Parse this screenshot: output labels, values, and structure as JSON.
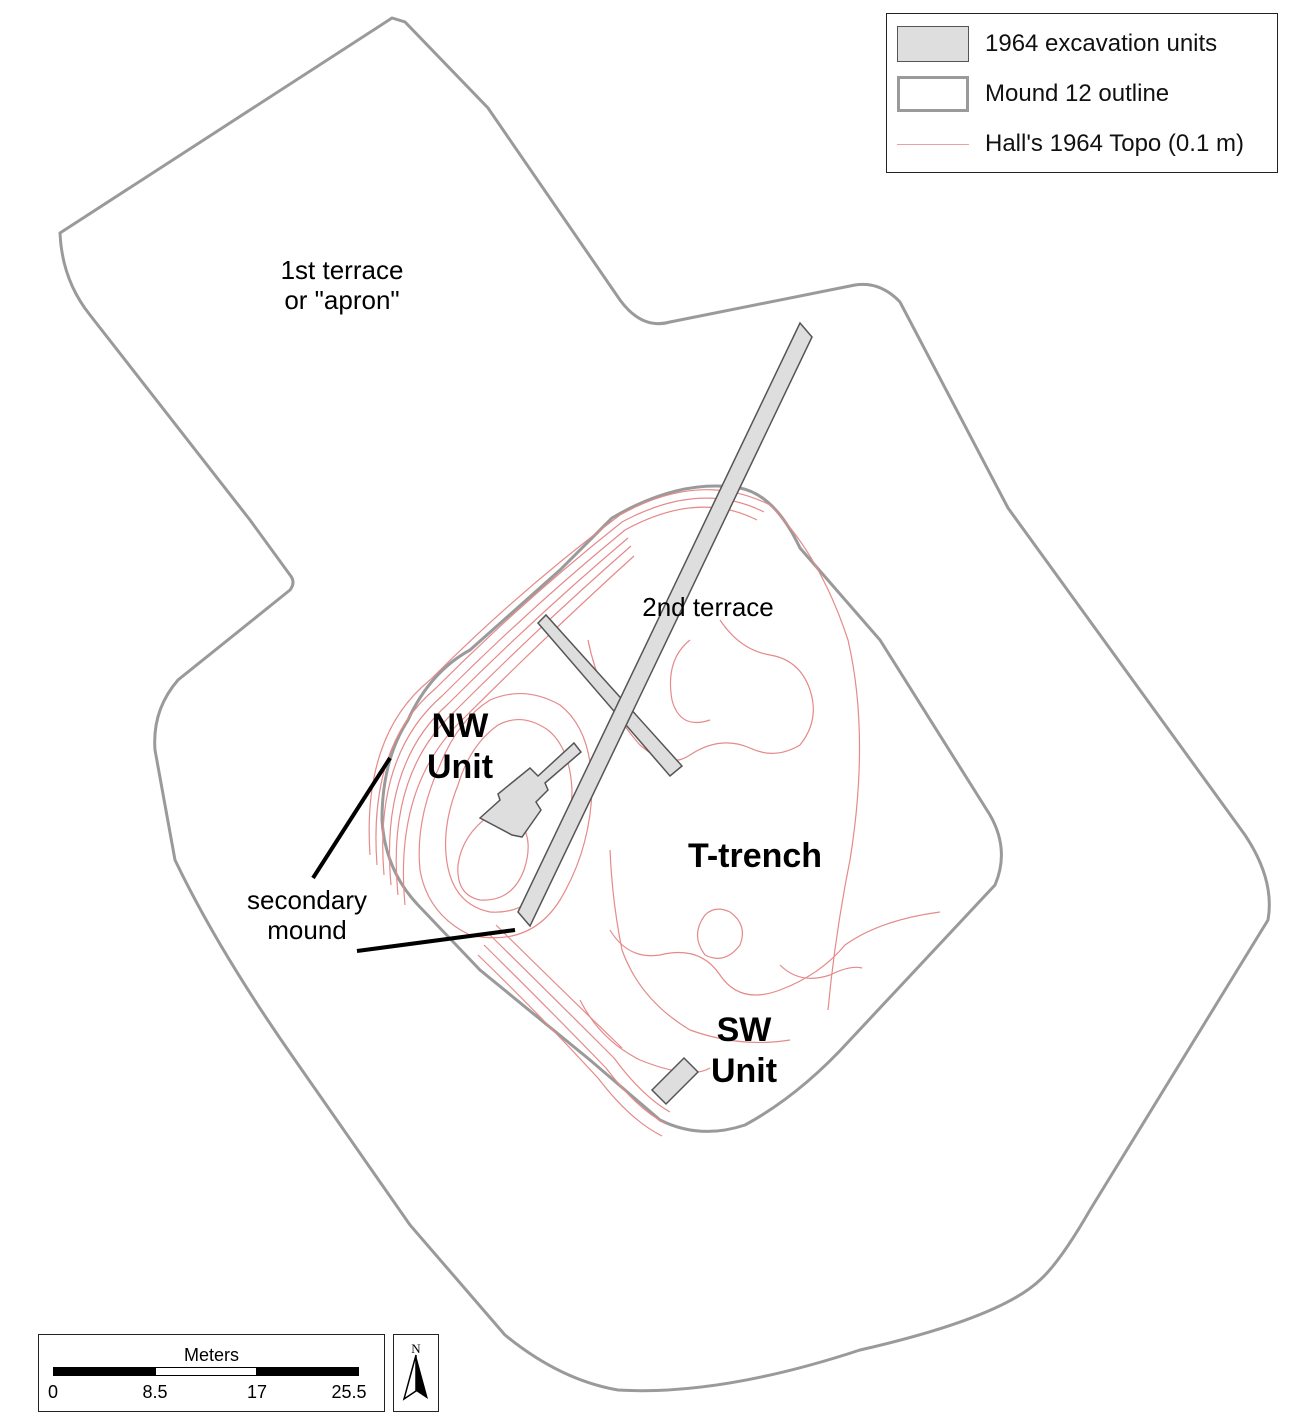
{
  "legend": {
    "items": [
      {
        "label": "1964 excavation units",
        "symbol": "filled-box"
      },
      {
        "label": "Mound 12 outline",
        "symbol": "outline-box"
      },
      {
        "label": "Hall's 1964 Topo (0.1 m)",
        "symbol": "red-line"
      }
    ]
  },
  "labels": {
    "first_terrace_line1": "1st terrace",
    "first_terrace_line2": "or \"apron\"",
    "second_terrace": "2nd terrace",
    "nw_unit_line1": "NW",
    "nw_unit_line2": "Unit",
    "t_trench": "T-trench",
    "sw_unit_line1": "SW",
    "sw_unit_line2": "Unit",
    "secondary_mound_line1": "secondary",
    "secondary_mound_line2": "mound"
  },
  "scale_bar": {
    "title": "Meters",
    "ticks": [
      "0",
      "8.5",
      "17",
      "25.5"
    ]
  },
  "north_arrow": {
    "letter": "N"
  },
  "colors": {
    "outline": "#9a9a9a",
    "topo": "#e58a8a",
    "unit_fill": "#dedede",
    "unit_stroke": "#555555"
  }
}
